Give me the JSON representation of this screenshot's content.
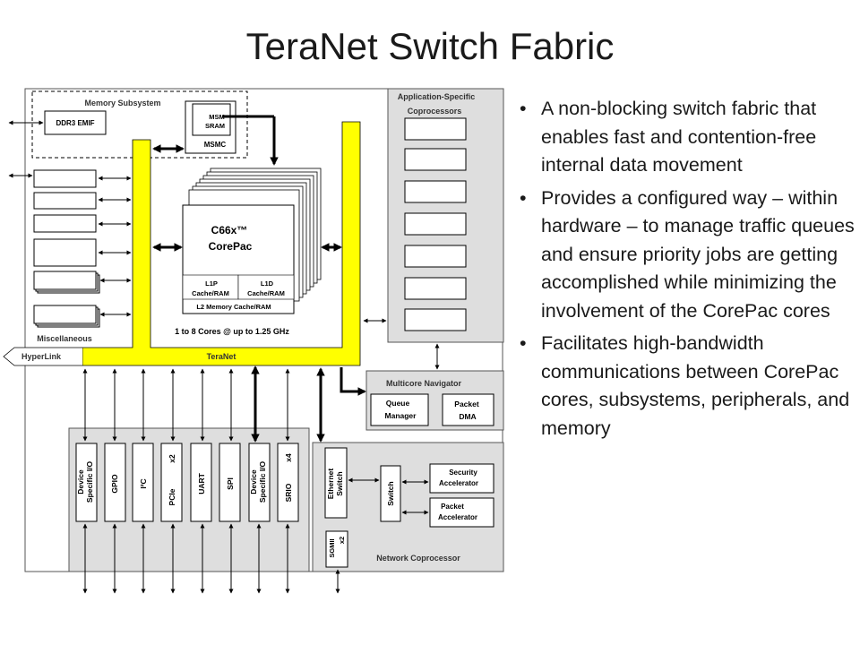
{
  "slide": {
    "title": "TeraNet Switch Fabric",
    "bullet_glyph": "•",
    "bullets": [
      "A non-blocking switch fabric that enables fast and contention-free internal data movement",
      "Provides a configured way – within hardware – to manage traffic queues and ensure priority jobs are getting accomplished while minimizing the involvement of the CorePac cores",
      "Facilitates high-bandwidth communications between CorePac cores, subsystems, peripherals, and memory"
    ]
  },
  "diagram": {
    "memory_subsystem": "Memory Subsystem",
    "ddr3_emif": "DDR3 EMIF",
    "msm_sram_line1": "MSM",
    "msm_sram_line2": "SRAM",
    "msmc": "MSMC",
    "corepac_line1": "C66x™",
    "corepac_line2": "CorePac",
    "l1p_line1": "L1P",
    "l1p_line2": "Cache/RAM",
    "l1d_line1": "L1D",
    "l1d_line2": "Cache/RAM",
    "l2": "L2 Memory Cache/RAM",
    "cores": "1 to 8 Cores @ up to 1.25 GHz",
    "miscellaneous": "Miscellaneous",
    "hyperlink": "HyperLink",
    "teranet": "TeraNet",
    "app_coproc_line1": "Application-Specific",
    "app_coproc_line2": "Coprocessors",
    "multicore_navigator": "Multicore Navigator",
    "queue_manager_line1": "Queue",
    "queue_manager_line2": "Manager",
    "packet_dma_line1": "Packet",
    "packet_dma_line2": "DMA",
    "peripherals": {
      "dev_io_1_line1": "Device",
      "dev_io_1_line2": "Specific I/O",
      "gpio": "GPIO",
      "i2c": "I²C",
      "pcie": "PCIe",
      "pcie_x2": "x2",
      "uart": "UART",
      "spi": "SPI",
      "dev_io_2_line1": "Device",
      "dev_io_2_line2": "Specific I/O",
      "srio": "SRIO",
      "srio_x4": "x4"
    },
    "ethernet_switch_line1": "Ethernet",
    "ethernet_switch_line2": "Switch",
    "switch": "Switch",
    "sgmii": "SGMII",
    "sgmii_x2": "x2",
    "security_line1": "Security",
    "security_line2": "Accelerator",
    "packet_acc_line1": "Packet",
    "packet_acc_line2": "Accelerator",
    "network_coprocessor": "Network Coprocessor"
  }
}
